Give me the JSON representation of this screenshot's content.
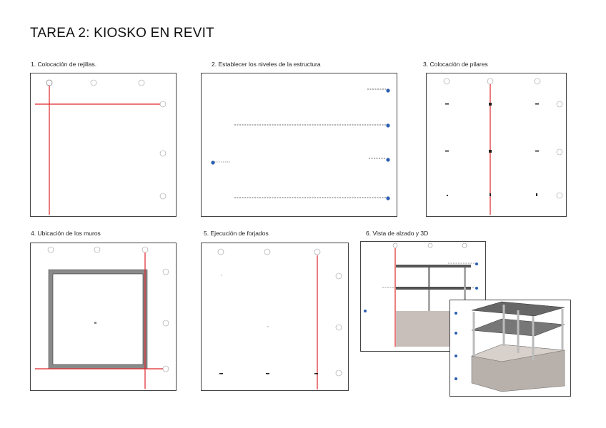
{
  "document": {
    "title": "TAREA 2: KIOSKO EN REVIT",
    "steps": [
      {
        "caption": "1. Colocación de rejillas."
      },
      {
        "caption": "2. Establecer los niveles de la estructura"
      },
      {
        "caption": "3. Colocación de pilares"
      },
      {
        "caption": "4. Ubicación de los muros"
      },
      {
        "caption": "5. Ejecución de forjados"
      },
      {
        "caption": "6. Vista de alzado y 3D"
      }
    ]
  },
  "colors": {
    "grid_line": "#e0262a",
    "level_marker": "#2a5db0",
    "wall": "#8a8a8a",
    "slab": "#6e6e6e",
    "ground": "#c8bfba"
  },
  "icons": [
    "grid-bubble-icon",
    "level-head-icon"
  ]
}
